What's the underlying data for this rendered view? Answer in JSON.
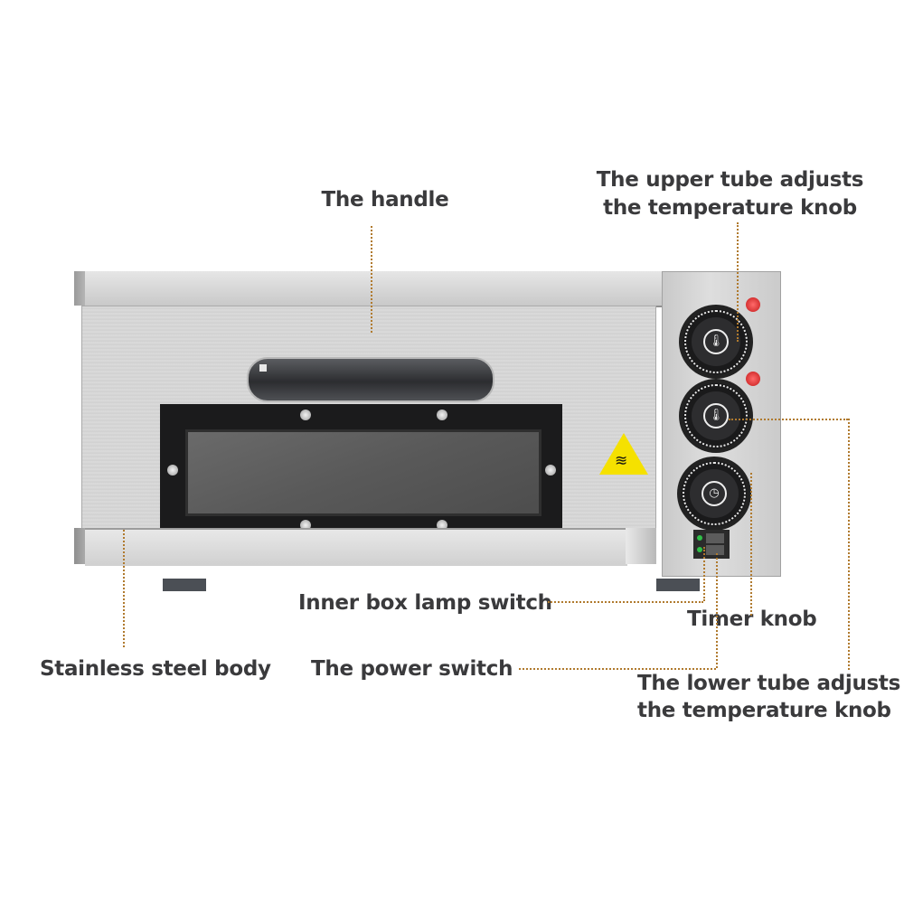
{
  "diagram": {
    "subject": "Stainless steel electric pizza oven (front view)",
    "colors": {
      "label_text": "#3a3a3c",
      "leader_line": "#b07a2e",
      "warning_sticker": "#f5e100",
      "indicator_lamp": "#d62a2a",
      "switch_led": "#2fbf48"
    },
    "labels": {
      "handle": "The handle",
      "upper_knob_line1": "The upper tube adjusts",
      "upper_knob_line2": "the temperature knob",
      "lamp_switch": "Inner box lamp switch",
      "timer_knob": "Timer knob",
      "body": "Stainless steel body",
      "power_switch": "The power switch",
      "lower_knob_line1": "The lower tube adjusts",
      "lower_knob_line2": "the temperature knob"
    },
    "icons": {
      "warning": "hot-surface-warning-icon",
      "upper_knob_symbol": "thermometer",
      "lower_knob_symbol": "thermometer",
      "timer_symbol": "clock"
    }
  }
}
